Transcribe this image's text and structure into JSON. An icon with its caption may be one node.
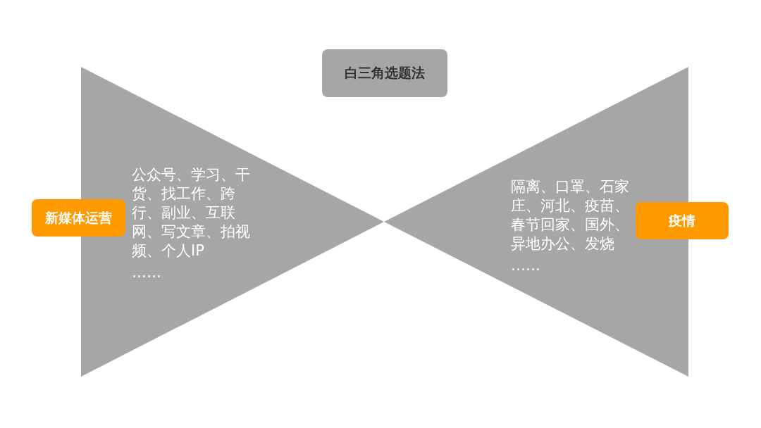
{
  "diagram": {
    "nodes": [
      {
        "text": [
          "白三角选题法"
        ]
      },
      {
        "text": [
          "公众号、学习、干货、找工作、跨行、副业、互联网、写文章、拍视频、个人IP",
          "……"
        ]
      },
      {
        "text": [
          "新媒体运营"
        ]
      },
      {
        "text": [
          "隔离、口罩、石家庄、河北、疫苗、春节回家、国外、异地办公、发烧",
          "……"
        ]
      },
      {
        "text": [
          "疫情"
        ]
      }
    ],
    "edges": []
  }
}
